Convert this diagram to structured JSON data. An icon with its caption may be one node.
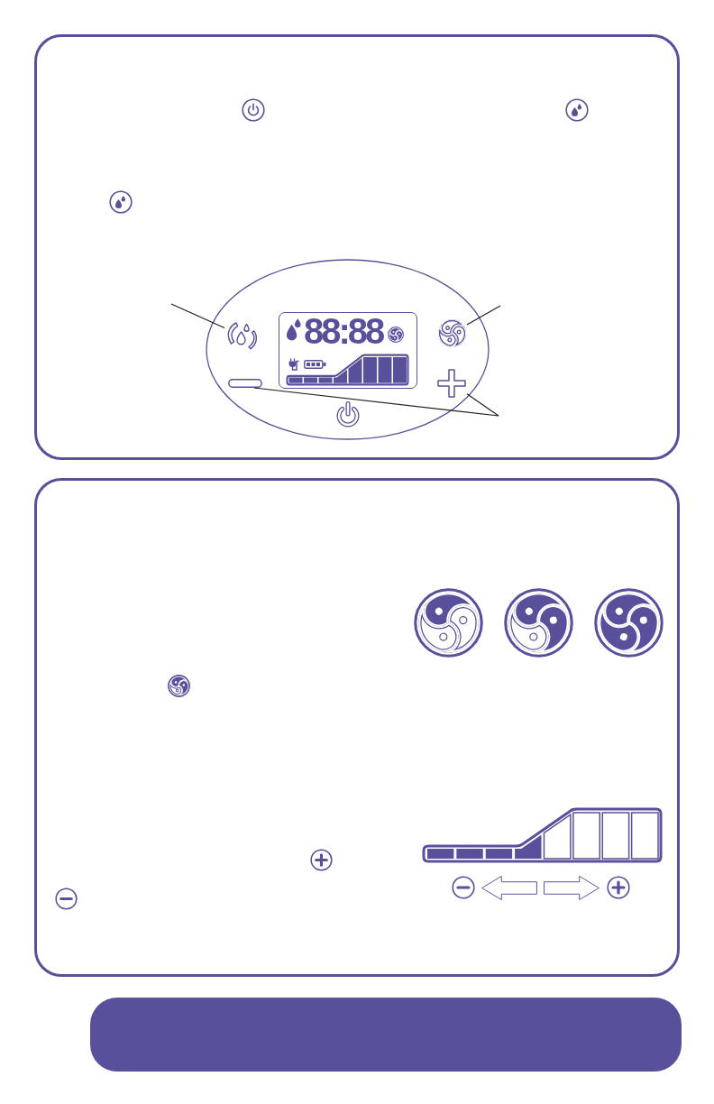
{
  "diagram": {
    "nodes": [
      {
        "text": [],
        "shape": "circle"
      },
      {
        "text": [],
        "shape": "picture",
        "in": 0
      },
      {
        "text": [],
        "shape": "picture",
        "in": 0
      },
      {
        "text": [
          "88:88"
        ],
        "in": 0
      },
      {
        "text": [],
        "shape": "bar",
        "in": 0
      },
      {
        "text": [],
        "shape": "picture",
        "in": 0
      }
    ],
    "edges": [
      {
        "from": null,
        "to": 1,
        "arrow": "none"
      },
      {
        "from": null,
        "to": 2,
        "arrow": "none"
      },
      {
        "from": null,
        "to": 4,
        "arrow": "none"
      },
      {
        "from": null,
        "to": 5,
        "arrow": "none"
      }
    ]
  }
}
